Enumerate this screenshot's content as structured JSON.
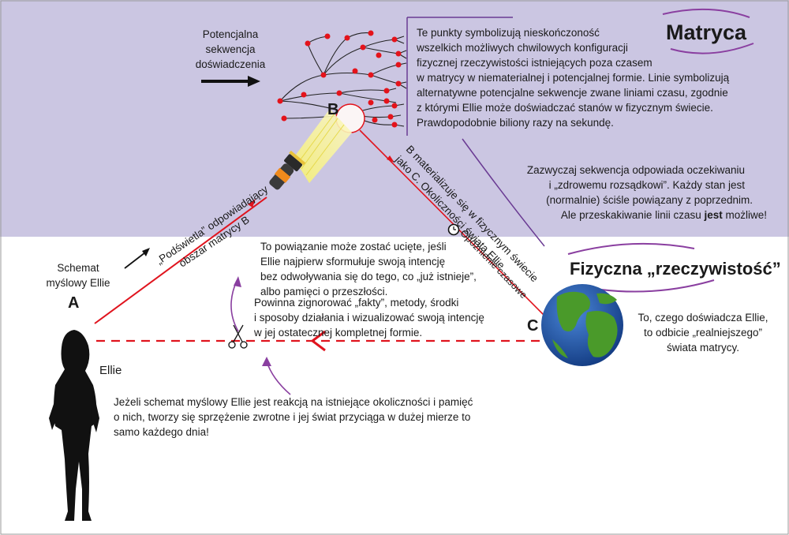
{
  "titles": {
    "matrix": "Matryca",
    "reality": "Fizyczna „rzeczywistość”"
  },
  "labels": {
    "potential": [
      "Potencjalna",
      "sekwencja",
      "doświadczenia"
    ],
    "schema": [
      "Schemat",
      "myślowy Ellie"
    ],
    "point_a": "A",
    "point_b": "B",
    "point_c": "C",
    "ellie": "Ellie"
  },
  "texts": {
    "matrix_description": [
      "Te punkty symbolizują nieskończoność",
      "wszelkich możliwych chwilowych konfiguracji",
      "fizycznej rzeczywistości istniejących poza czasem",
      "w matrycy w niematerialnej i potencjalnej formie. Linie symbolizują",
      "alternatywne potencjalne sekwencje zwane liniami czasu, zgodnie",
      "z którymi Ellie może doświadczać stanów w fizycznym świecie.",
      "Prawdopodobnie biliony razy na sekundę."
    ],
    "usually": [
      "Zazwyczaj sekwencja odpowiada oczekiwaniu",
      "i „zdrowemu rozsądkowi”. Każdy stan jest",
      "(normalnie) ściśle powiązany z poprzednim."
    ],
    "jump_before": "Ale przeskakiwanie linii czasu ",
    "jump_bold": "jest",
    "jump_after": " możliwe!",
    "cut": [
      "To powiązanie może zostać ucięte, jeśli",
      "Ellie najpierw sformułuje swoją intencję",
      "bez odwoływania się do tego, co „już istnieje”,",
      "albo pamięci o przeszłości."
    ],
    "ignore": [
      "Powinna zignorować „fakty”, metody, środki",
      "i sposoby działania i wizualizować swoją intencję",
      "w jej ostatecznej kompletnej formie."
    ],
    "feedback": [
      "Jeżeli schemat myślowy Ellie jest reakcją na istniejące okoliczności i pamięć",
      "o nich, tworzy się sprzężenie zwrotne i jej świat przyciąga w dużej mierze to",
      "samo każdego dnia!"
    ],
    "reflection": [
      "To, czego doświadcza Ellie,",
      "to odbicie „realniejszego”",
      "świata matrycy."
    ]
  },
  "rotated": {
    "highlight": [
      "„Podświetla” odpowiadający",
      "obszar matrycy B"
    ],
    "materialize": [
      "B materializuje się w fizycznym świecie",
      "jako C. Okoliczności świata Ellie"
    ],
    "delay": "Opóźnienie czasowe"
  },
  "colors": {
    "matrix_bg": "#cbc6e2",
    "arrow_red": "#e0141e",
    "accent_purple": "#8a3fa0",
    "node_red": "#e4131b",
    "ocean": "#1f4fa8",
    "land": "#4a9a2a"
  }
}
